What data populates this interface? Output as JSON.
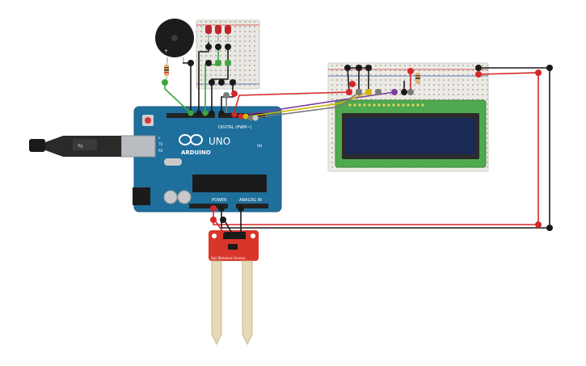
{
  "arduino": {
    "brand": "ARDUINO",
    "model": "UNO",
    "digital_label": "DIGITAL (PWM~)",
    "power_label": "POWER",
    "analog_label": "ANALOG IN",
    "tx_label": "TX",
    "rx_label": "RX",
    "l_label": "L",
    "on_label": "ON"
  },
  "sensor": {
    "label": "Soil Moisture Sensor"
  },
  "colors": {
    "board": "#1f6f9c",
    "breadboard": "#e8e6e1",
    "lcd_pcb": "#4fa94f",
    "lcd_screen": "#1b2a56",
    "sensor_pcb": "#d9352b",
    "probe": "#e7d9b6",
    "wire_red": "#d62828",
    "wire_black": "#1a1a1a",
    "wire_green": "#3aa63a",
    "wire_yellow": "#d6b400",
    "wire_purple": "#7b3fa0",
    "wire_gray": "#7a7a7a"
  }
}
